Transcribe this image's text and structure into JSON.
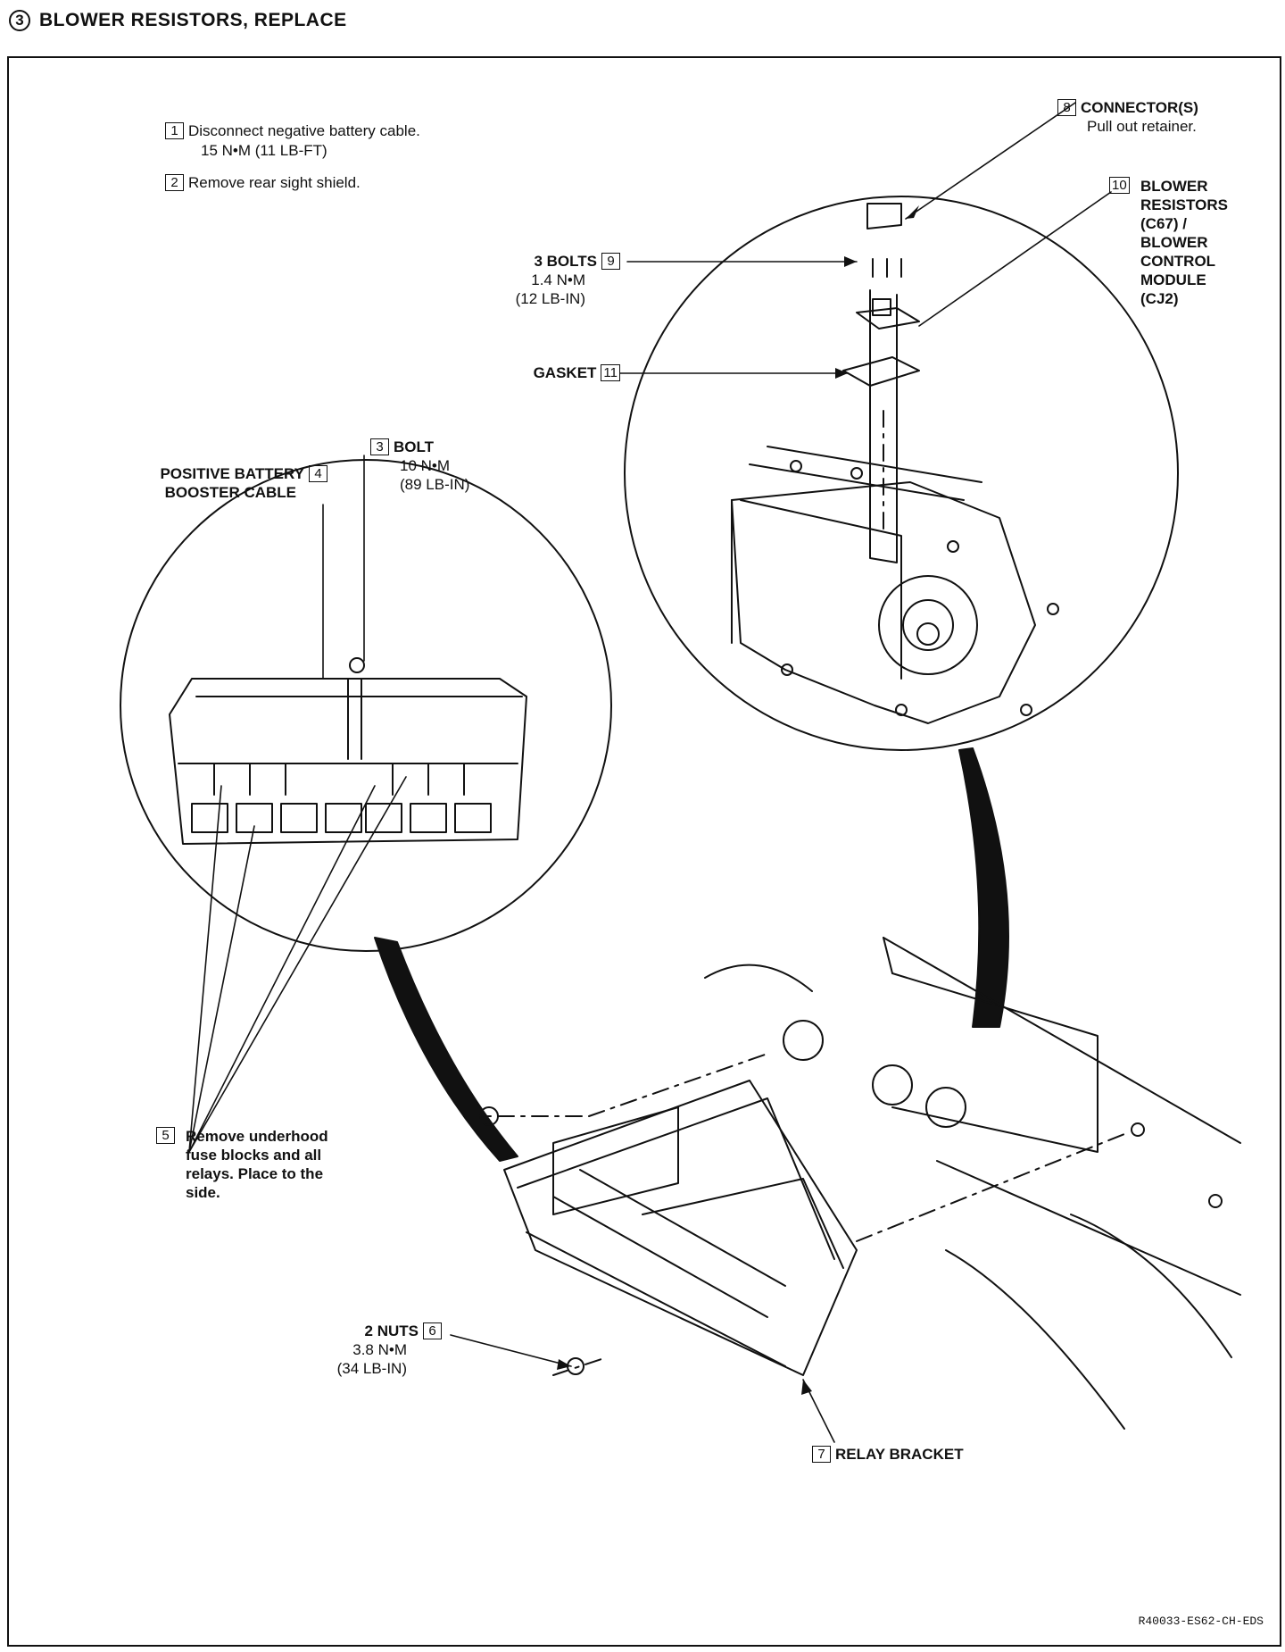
{
  "header": {
    "step_number": "3",
    "title": "BLOWER RESISTORS, REPLACE"
  },
  "steps": [
    {
      "num": "1",
      "line1": "Disconnect negative battery cable.",
      "line2": "15 N•M (11 LB-FT)"
    },
    {
      "num": "2",
      "line1": "Remove rear sight shield."
    }
  ],
  "callouts": {
    "connector": {
      "num": "8",
      "name": "CONNECTOR(S)",
      "note": "Pull out retainer."
    },
    "blower_resistors": {
      "num": "10",
      "lines": [
        "BLOWER",
        "RESISTORS",
        "(C67) /",
        "BLOWER",
        "CONTROL",
        "MODULE",
        "(CJ2)"
      ]
    },
    "bolts": {
      "num": "9",
      "name": "3 BOLTS",
      "torque": "1.4 N•M",
      "torque_alt": "(12 LB-IN)"
    },
    "gasket": {
      "num": "11",
      "name": "GASKET"
    },
    "positive_cable": {
      "num": "4",
      "line1": "POSITIVE BATTERY",
      "line2": "BOOSTER CABLE"
    },
    "bolt": {
      "num": "3",
      "name": "BOLT",
      "torque": "10 N•M",
      "torque_alt": "(89 LB-IN)"
    },
    "fuse_blocks": {
      "num": "5",
      "lines": [
        "Remove underhood",
        "fuse blocks and all",
        "relays. Place to the",
        "side."
      ]
    },
    "nuts": {
      "num": "6",
      "name": "2 NUTS",
      "torque": "3.8 N•M",
      "torque_alt": "(34 LB-IN)"
    },
    "relay_bracket": {
      "num": "7",
      "name": "RELAY BRACKET"
    }
  },
  "figure_id": "R40033-ES62-CH-EDS"
}
